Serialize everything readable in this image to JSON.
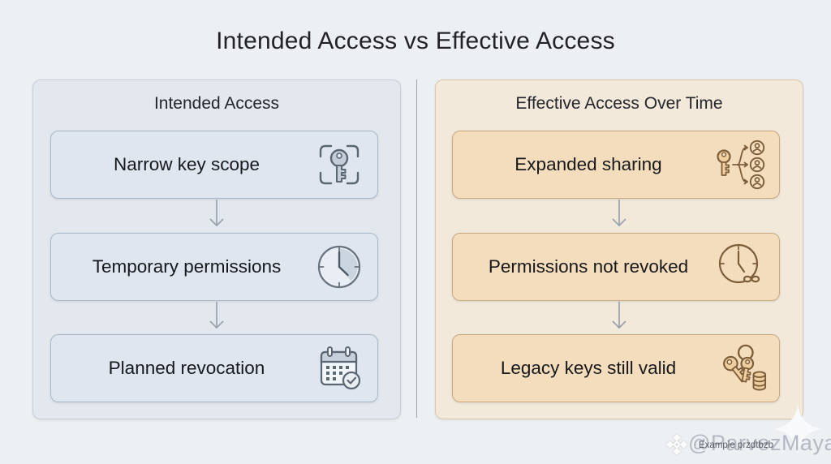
{
  "title": "Intended Access vs Effective Access",
  "panels": [
    {
      "header": "Intended Access",
      "items": [
        {
          "label": "Narrow key scope",
          "icon": "framed-key-icon"
        },
        {
          "label": "Temporary permissions",
          "icon": "clock-icon"
        },
        {
          "label": "Planned revocation",
          "icon": "calendar-check-icon"
        }
      ]
    },
    {
      "header": "Effective Access Over Time",
      "items": [
        {
          "label": "Expanded sharing",
          "icon": "key-shared-to-users-icon"
        },
        {
          "label": "Permissions not revoked",
          "icon": "clock-infinity-icon"
        },
        {
          "label": "Legacy keys still valid",
          "icon": "key-ring-database-icon"
        }
      ]
    }
  ],
  "watermark": {
    "handle": "@ParvezMayar",
    "caption": "Example przdtbzb",
    "logo": "diamond-logo"
  },
  "colors": {
    "background": "#edf0f2",
    "intended_panel": "#e3e8ee",
    "intended_box": "#dfe6f0",
    "intended_border": "#a9b8c9",
    "intended_icon_stroke": "#5b6673",
    "effective_panel": "#f2e9db",
    "effective_box": "#f4ddbd",
    "effective_border": "#c9a87d",
    "effective_icon_stroke": "#7d5e3a",
    "arrow": "#99a1ab",
    "title_text": "#212329"
  }
}
